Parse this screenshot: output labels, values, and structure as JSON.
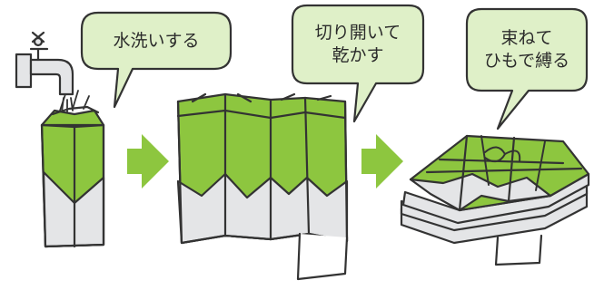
{
  "steps": [
    {
      "label": "水洗いする"
    },
    {
      "label": "切り開いて\n乾かす"
    },
    {
      "label": "束ねて\nひもで縛る"
    }
  ],
  "colors": {
    "green": "#8dc63f",
    "green_dark": "#6aa82a",
    "gray": "#e4e5e7",
    "bubble": "#dff0c8",
    "arrow": "#8dc63f",
    "outline": "#333333"
  }
}
